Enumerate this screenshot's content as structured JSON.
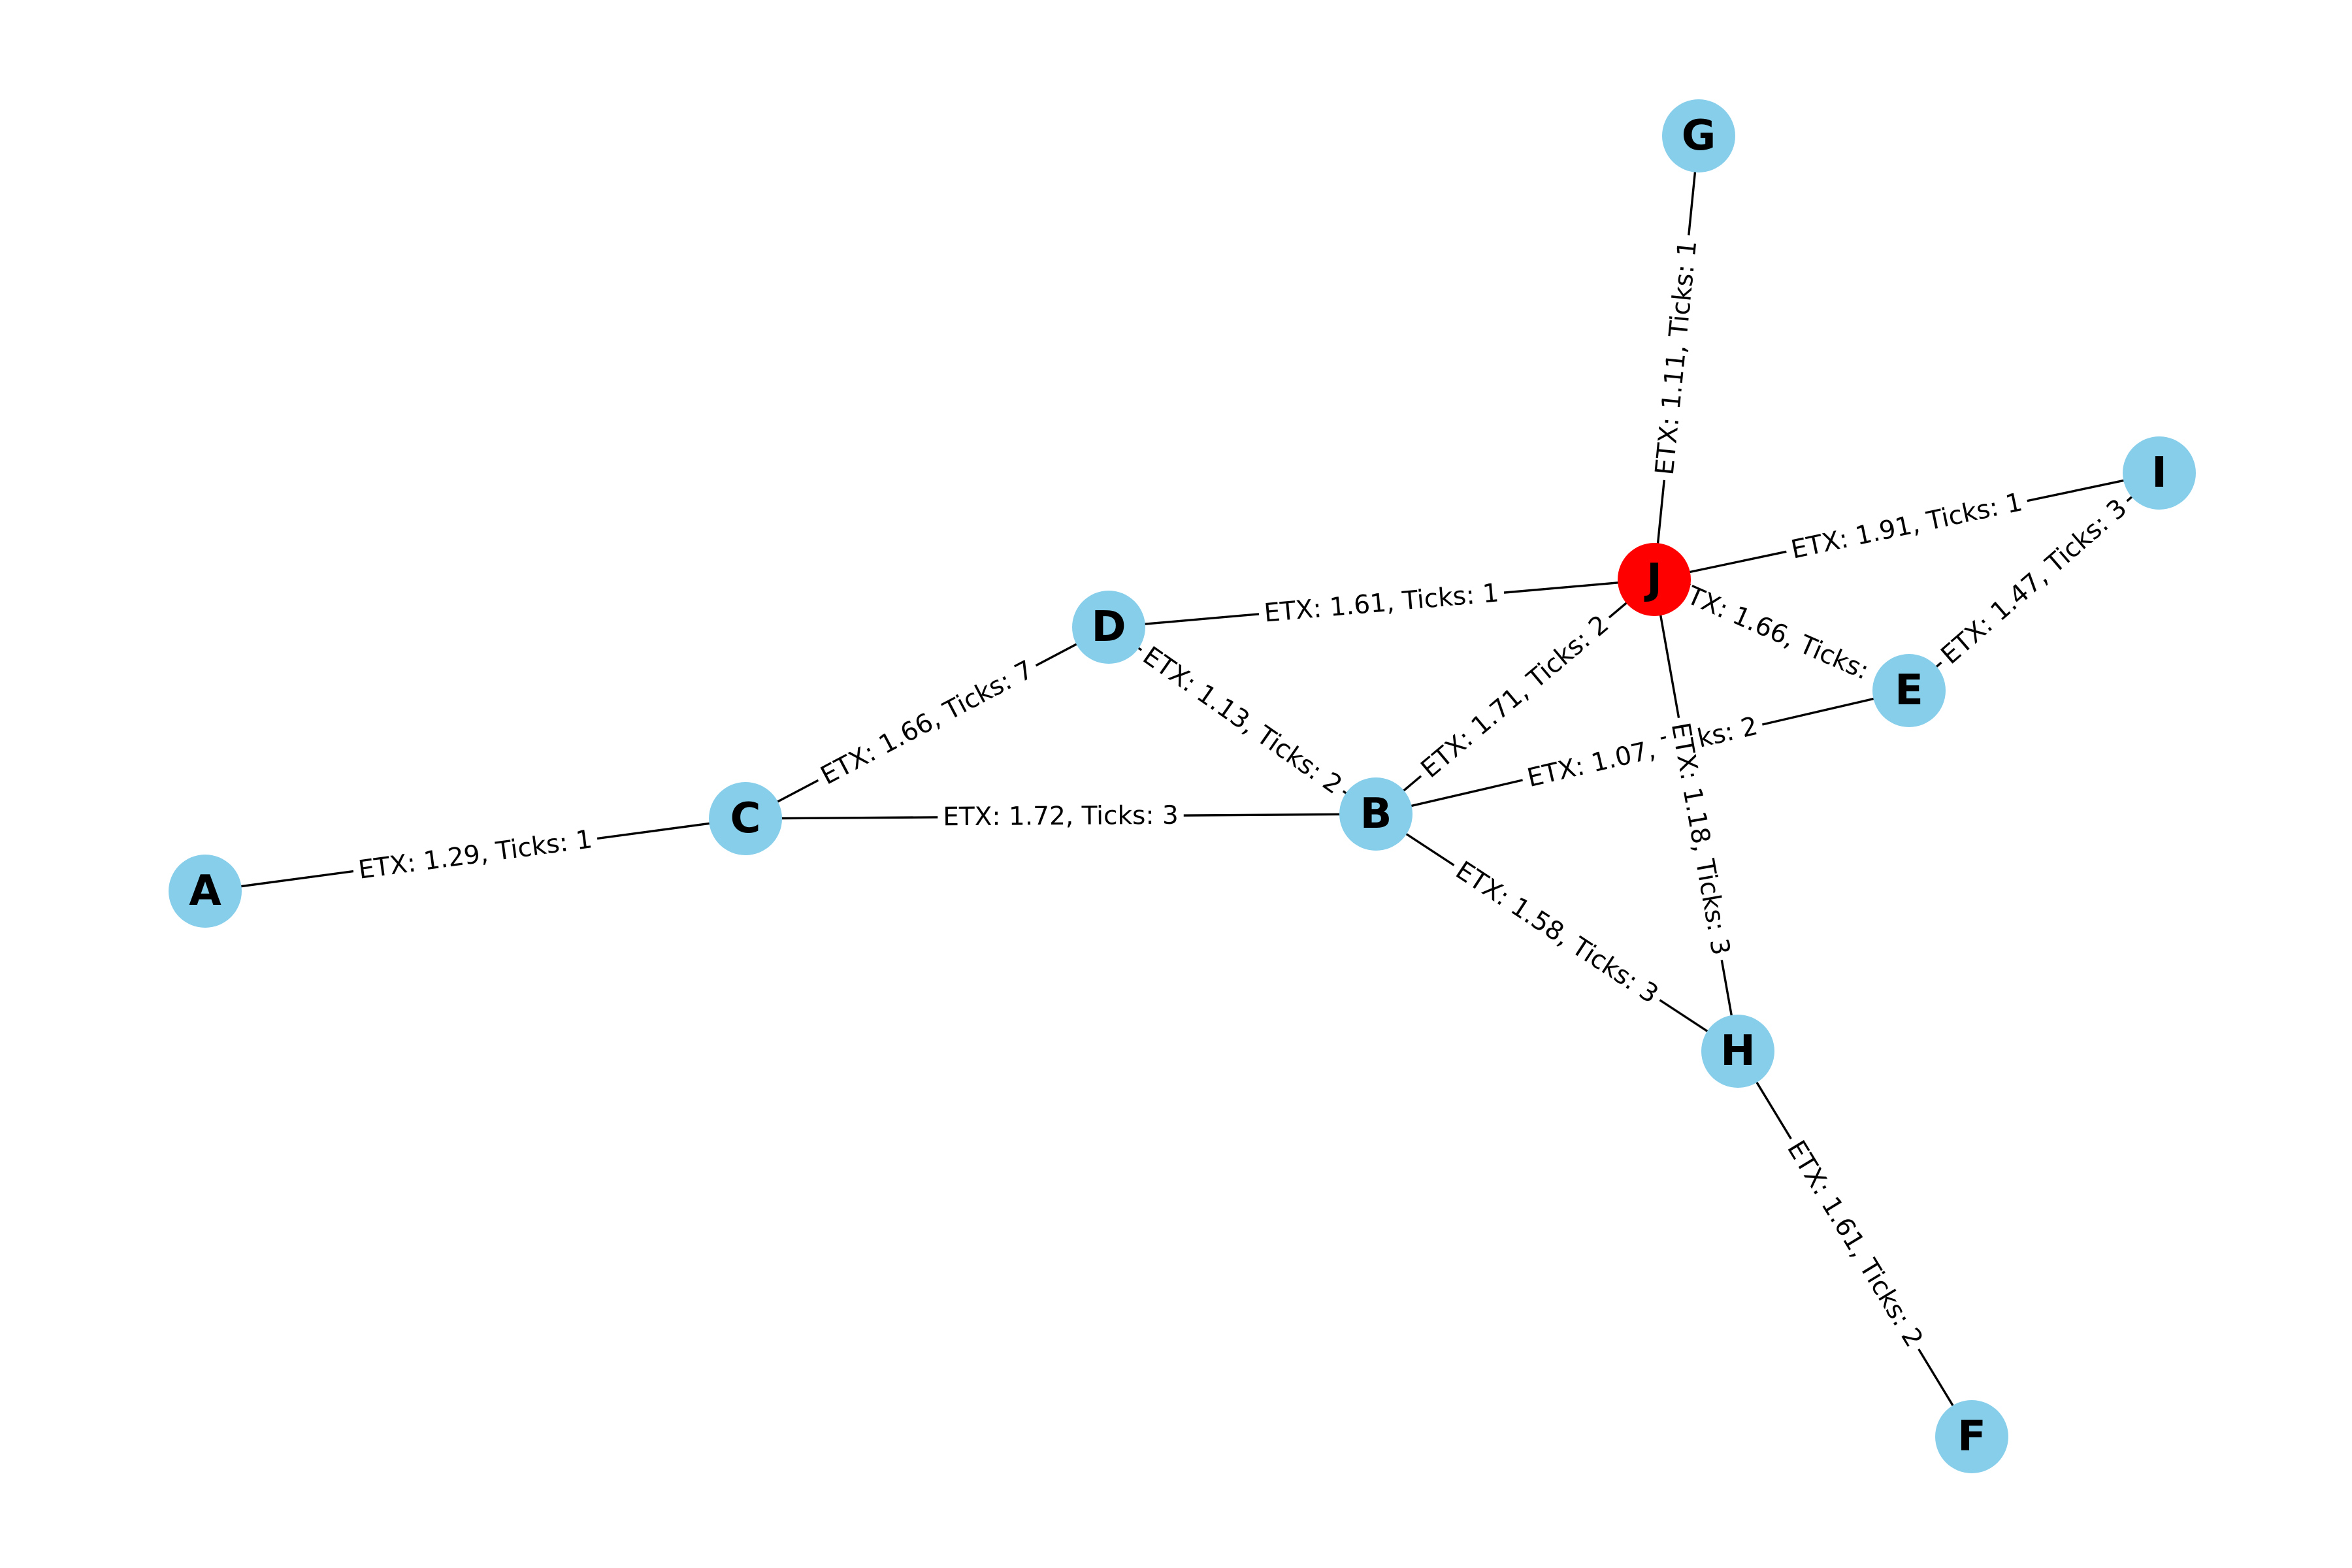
{
  "colors": {
    "node_default": "#87CEEB",
    "node_highlight": "#FF0000",
    "edge": "#000000",
    "background": "#FFFFFF"
  },
  "nodes": [
    {
      "id": "A",
      "label": "A",
      "color": "#87CEEB"
    },
    {
      "id": "B",
      "label": "B",
      "color": "#87CEEB"
    },
    {
      "id": "C",
      "label": "C",
      "color": "#87CEEB"
    },
    {
      "id": "D",
      "label": "D",
      "color": "#87CEEB"
    },
    {
      "id": "E",
      "label": "E",
      "color": "#87CEEB"
    },
    {
      "id": "F",
      "label": "F",
      "color": "#87CEEB"
    },
    {
      "id": "G",
      "label": "G",
      "color": "#87CEEB"
    },
    {
      "id": "H",
      "label": "H",
      "color": "#87CEEB"
    },
    {
      "id": "I",
      "label": "I",
      "color": "#87CEEB"
    },
    {
      "id": "J",
      "label": "J",
      "color": "#FF0000"
    }
  ],
  "edges": [
    {
      "source": "A",
      "target": "C",
      "label": "ETX: 1.29, Ticks: 1"
    },
    {
      "source": "C",
      "target": "D",
      "label": "ETX: 1.66, Ticks: 7"
    },
    {
      "source": "C",
      "target": "B",
      "label": "ETX: 1.72, Ticks: 3"
    },
    {
      "source": "D",
      "target": "J",
      "label": "ETX: 1.61, Ticks: 1"
    },
    {
      "source": "D",
      "target": "B",
      "label": "ETX: 1.13, Ticks: 2"
    },
    {
      "source": "B",
      "target": "J",
      "label": "ETX: 1.71, Ticks: 2"
    },
    {
      "source": "B",
      "target": "E",
      "label": "ETX: 1.07, Ticks: 2"
    },
    {
      "source": "B",
      "target": "H",
      "label": "ETX: 1.58, Ticks: 3"
    },
    {
      "source": "J",
      "target": "G",
      "label": "ETX: 1.11, Ticks: 1"
    },
    {
      "source": "J",
      "target": "I",
      "label": "ETX: 1.91, Ticks: 1"
    },
    {
      "source": "J",
      "target": "E",
      "label": "ETX: 1.66, Ticks: 2"
    },
    {
      "source": "J",
      "target": "H",
      "label": "ETX: 1.18, Ticks: 3"
    },
    {
      "source": "E",
      "target": "I",
      "label": "ETX: 1.47, Ticks: 3"
    },
    {
      "source": "H",
      "target": "F",
      "label": "ETX: 1.61, Ticks: 2"
    }
  ]
}
